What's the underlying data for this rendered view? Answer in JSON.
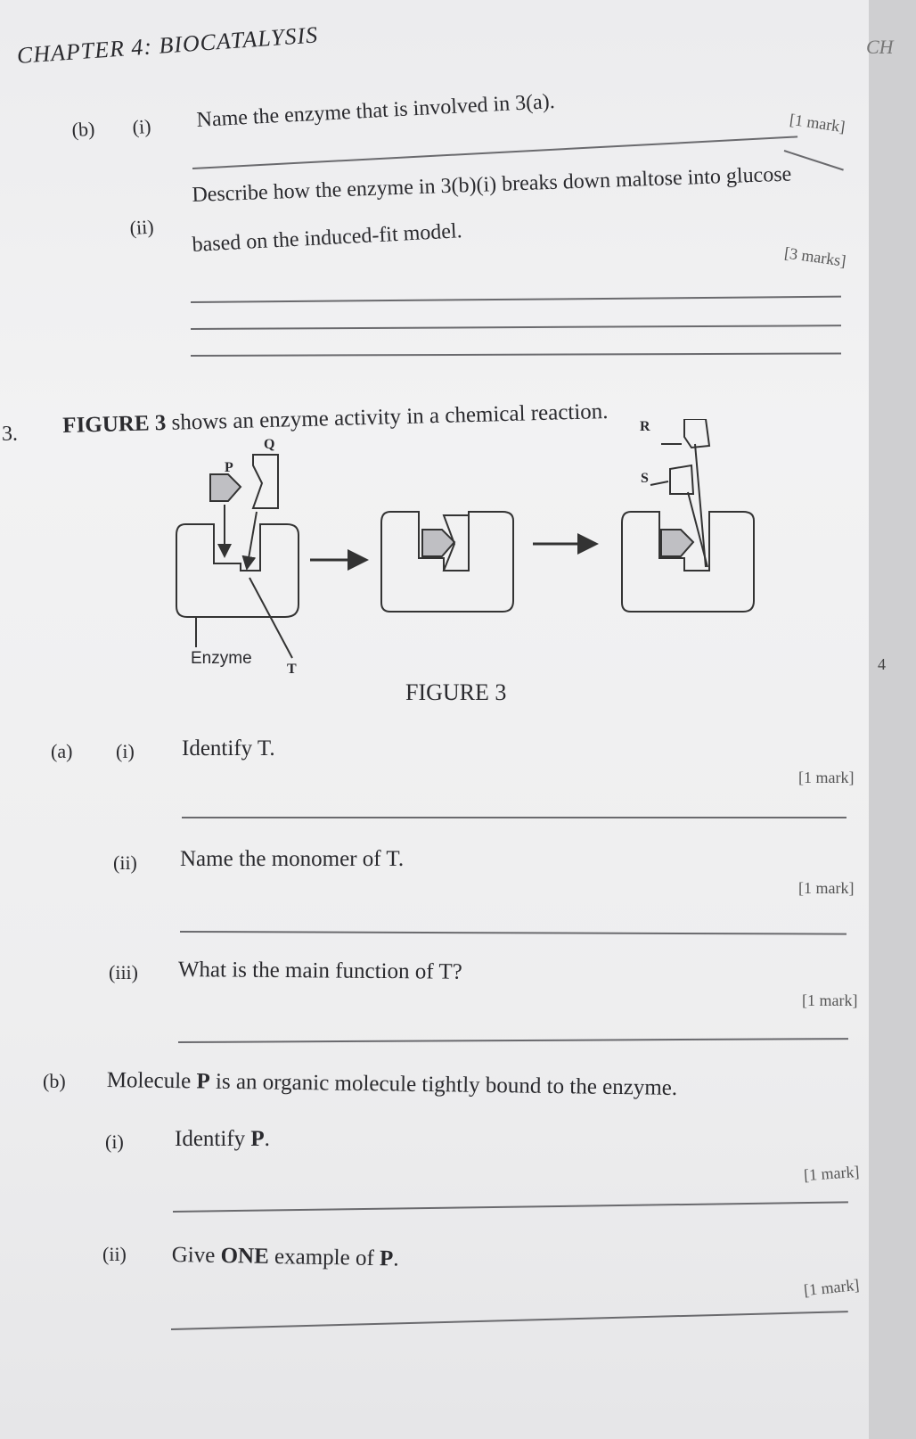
{
  "header": {
    "chapter": "CHAPTER 4: BIOCATALYSIS",
    "corner": "CH"
  },
  "q3b_prev": {
    "label": "(b)",
    "i": {
      "num": "(i)",
      "text": "Name the enzyme that is involved in 3(a).",
      "mark": "[1 mark]"
    },
    "ii": {
      "num": "(ii)",
      "text_line1": "Describe how the enzyme in 3(b)(i) breaks down maltose into glucose",
      "text_line2": "based on the induced-fit model.",
      "mark": "[3 marks]"
    }
  },
  "q3": {
    "number": "3.",
    "intro_bold": "FIGURE 3",
    "intro_rest": " shows an enzyme activity in a chemical reaction."
  },
  "figure": {
    "caption": "FIGURE 3",
    "labels": {
      "p": "P",
      "q": "Q",
      "r": "R",
      "s": "S",
      "t": "T",
      "enzyme": "Enzyme"
    },
    "side_number": "4"
  },
  "part_a": {
    "label": "(a)",
    "i": {
      "num": "(i)",
      "text": "Identify T.",
      "mark": "[1 mark]"
    },
    "ii": {
      "num": "(ii)",
      "text": "Name the monomer of T.",
      "mark": "[1 mark]"
    },
    "iii": {
      "num": "(iii)",
      "text": "What is the main function of T?",
      "mark": "[1 mark]"
    }
  },
  "part_b": {
    "label": "(b)",
    "stem_pre": "Molecule ",
    "stem_bold": "P",
    "stem_post": " is an organic molecule tightly bound to the enzyme.",
    "i": {
      "num": "(i)",
      "text_pre": "Identify ",
      "text_bold": "P",
      "text_post": ".",
      "mark": "[1 mark]"
    },
    "ii": {
      "num": "(ii)",
      "text_pre": "Give ",
      "text_bold": "ONE",
      "text_mid": " example of ",
      "text_bold2": "P",
      "text_post": ".",
      "mark": "[1 mark]"
    }
  }
}
